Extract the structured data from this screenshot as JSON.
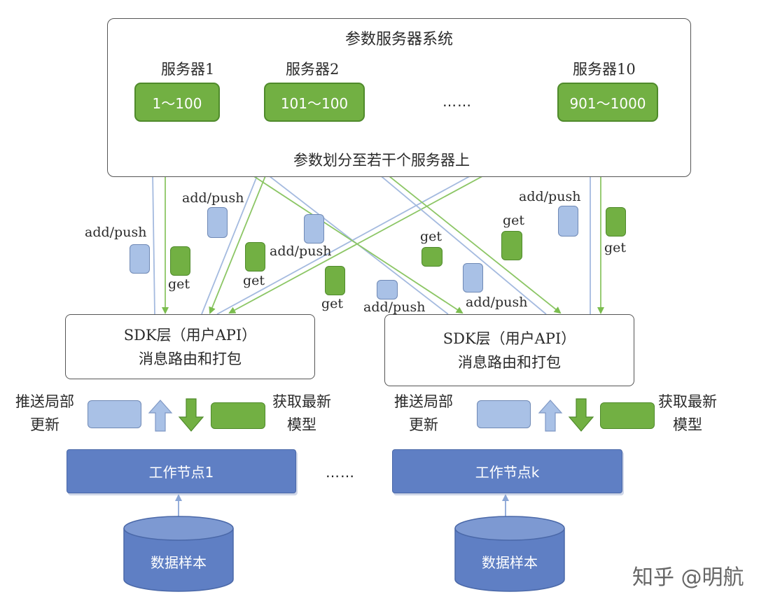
{
  "system_title": "参数服务器系统",
  "servers": [
    {
      "name": "服务器1",
      "range": "1～100"
    },
    {
      "name": "服务器2",
      "range": "101～100"
    },
    {
      "name": "服务器10",
      "range": "901～1000"
    }
  ],
  "server_ellipsis": "……",
  "partition_caption": "参数划分至若干个服务器上",
  "messages": {
    "add_push": "add/push",
    "get": "get"
  },
  "sdk": {
    "line1": "SDK层（用户API）",
    "line2": "消息路由和打包"
  },
  "push_label": {
    "line1": "推送局部",
    "line2": "更新"
  },
  "fetch_label": {
    "line1": "获取最新",
    "line2": "模型"
  },
  "workers": [
    "工作节点1",
    "工作节点k"
  ],
  "worker_ellipsis": "……",
  "data_sample": "数据样本",
  "watermark": "知乎 @明航",
  "colors": {
    "green": "#72b043",
    "blue_light": "#a9c1e6",
    "blue_worker": "#5f7fc4",
    "green_line": "#8cc665",
    "blue_line": "#a4badf"
  }
}
